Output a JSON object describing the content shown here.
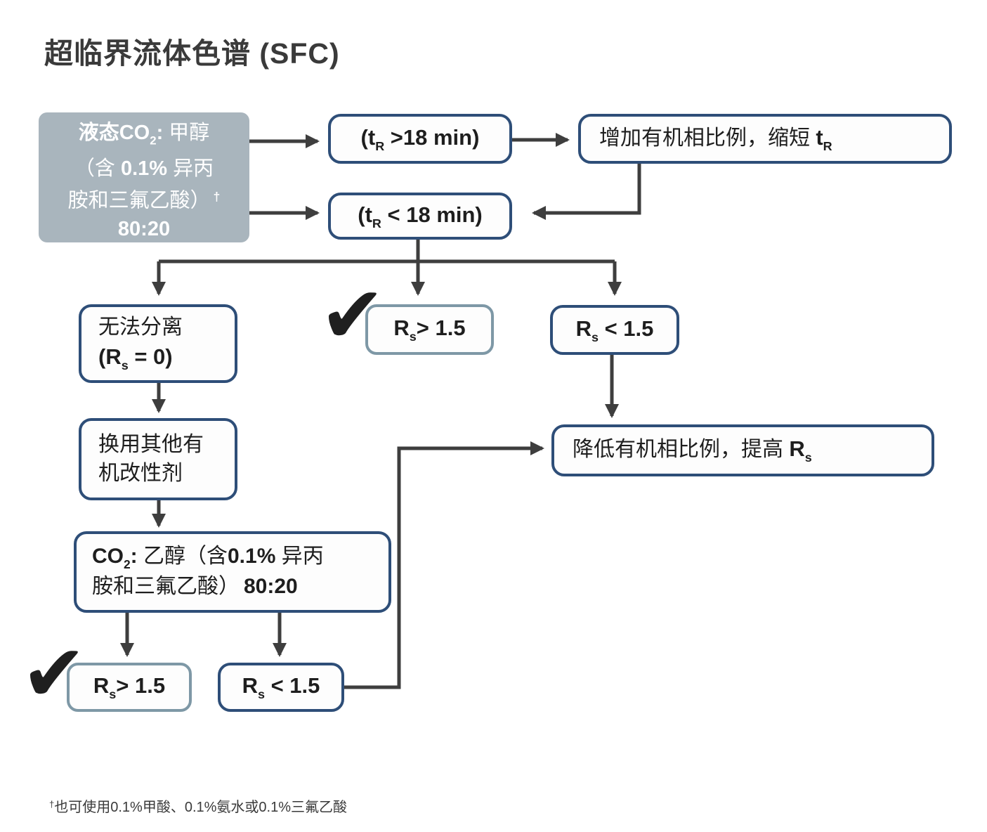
{
  "title": "超临界流体色谱 (SFC)",
  "checkmark": "✔",
  "colors": {
    "navy_border": "#2E4E78",
    "slate_border": "#7E98A6",
    "start_box_bg": "#A9B5BD",
    "arrow": "#3E3E3E",
    "ink": "#1e1e1e"
  },
  "nodes": {
    "start": {
      "p1a": "液态CO",
      "p1sub": "2",
      "p1b": ": ",
      "p1c": "甲醇",
      "p2a": "（含 ",
      "p2b": "0.1%",
      "p2c": " 异丙",
      "p3": "胺和三氟乙酸）",
      "p3sup": "†",
      "p4": "80:20"
    },
    "tr_gt18": {
      "a": "(t",
      "sub": "R",
      "b": " >18 min)"
    },
    "increase": {
      "a": "增加有机相比例，缩短 ",
      "b": "t",
      "sub": "R"
    },
    "tr_lt18": {
      "a": "(t",
      "sub": "R",
      "b": " < 18 min)"
    },
    "no_sep": {
      "l1": "无法分离",
      "a": "(R",
      "sub": "s",
      "b": " = 0)"
    },
    "rs_pass_mid": {
      "a": "R",
      "sub": "s",
      "b": "> 1.5"
    },
    "rs_fail_top": {
      "a": "R",
      "sub": "s",
      "b": " < 1.5"
    },
    "switch_modifier": {
      "l1": "换用其他有",
      "l2": "机改性剂"
    },
    "lower_organic": {
      "a": "降低有机相比例，提高 ",
      "b": "R",
      "sub": "s"
    },
    "co2_ethanol": {
      "p1a": "CO",
      "p1sub": "2",
      "p1b": ": ",
      "p1c": "乙醇（含",
      "p1d": "0.1%",
      "p1e": " 异丙",
      "p2a": "胺和三氟乙酸）",
      "p2b": "80:20"
    },
    "rs_pass_bot": {
      "a": "R",
      "sub": "s",
      "b": "> 1.5"
    },
    "rs_fail_bot": {
      "a": "R",
      "sub": "s",
      "b": " < 1.5"
    }
  },
  "footnote": {
    "sup": "†",
    "text": "也可使用0.1%甲酸、0.1%氨水或0.1%三氟乙酸"
  }
}
